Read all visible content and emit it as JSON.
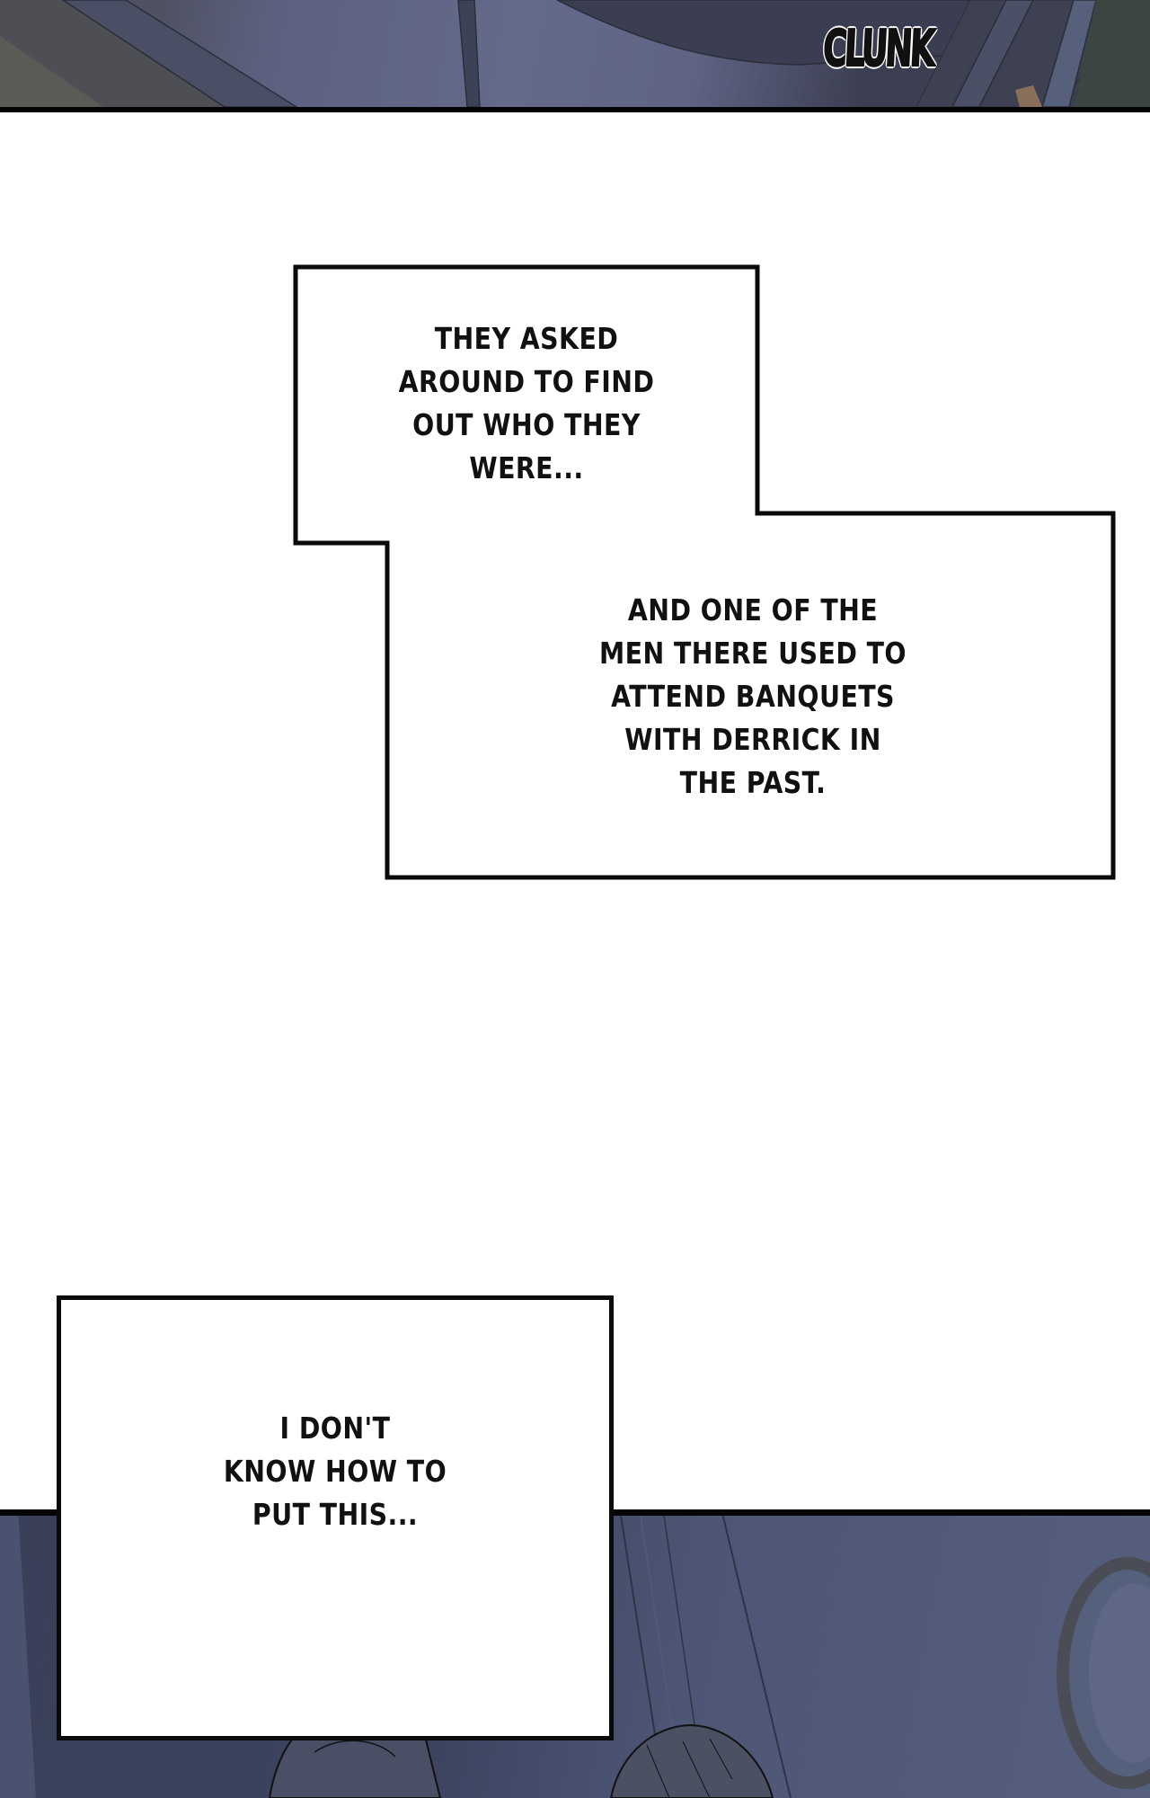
{
  "panels": {
    "top": {
      "sfx": "CLUNK",
      "bg_color": "#5f6485"
    },
    "bottom": {
      "bg_color": "#3c4460"
    }
  },
  "captions": [
    {
      "lines": [
        "THEY ASKED",
        "AROUND TO FIND",
        "OUT WHO THEY",
        "WERE..."
      ],
      "text": "THEY ASKED AROUND TO FIND OUT WHO THEY WERE..."
    },
    {
      "lines": [
        "AND ONE OF THE",
        "MEN THERE USED TO",
        "ATTEND BANQUETS",
        "WITH DERRICK IN",
        "THE PAST."
      ],
      "text": "AND ONE OF THE MEN THERE USED TO ATTEND BANQUETS WITH DERRICK IN THE PAST."
    },
    {
      "lines": [
        "I DON'T",
        "KNOW HOW TO",
        "PUT THIS..."
      ],
      "text": "I DON'T KNOW HOW TO PUT THIS..."
    }
  ]
}
